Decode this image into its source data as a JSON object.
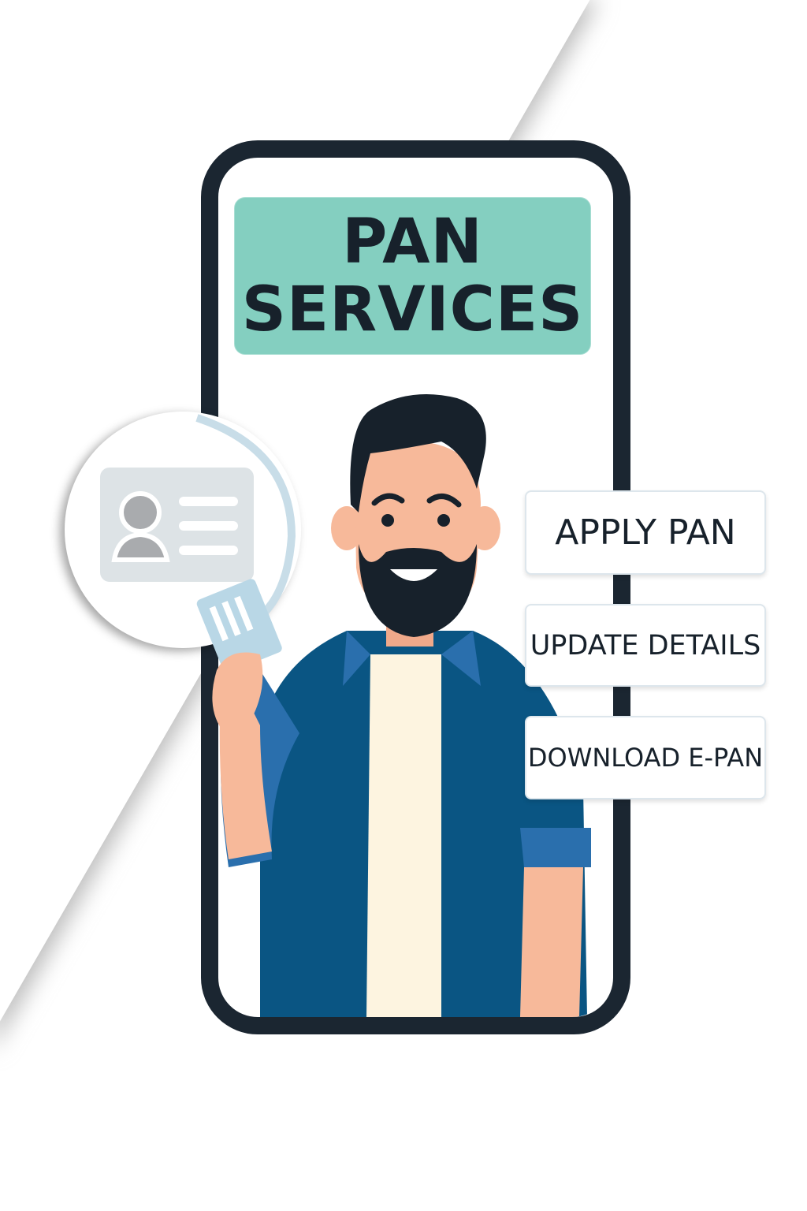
{
  "header": {
    "line1": "PAN",
    "line2": "SERVICES"
  },
  "actions": [
    {
      "label": "APPLY PAN"
    },
    {
      "label": "UPDATE DETAILS"
    },
    {
      "label": "DOWNLOAD E-PAN"
    }
  ],
  "icons": {
    "id_card": "id-card-icon",
    "magnifier": "magnifying-glass-icon"
  },
  "colors": {
    "frame": "#1b2631",
    "header": "#84cfc0",
    "shirt": "#0a5583",
    "accent": "#2a6fad"
  }
}
